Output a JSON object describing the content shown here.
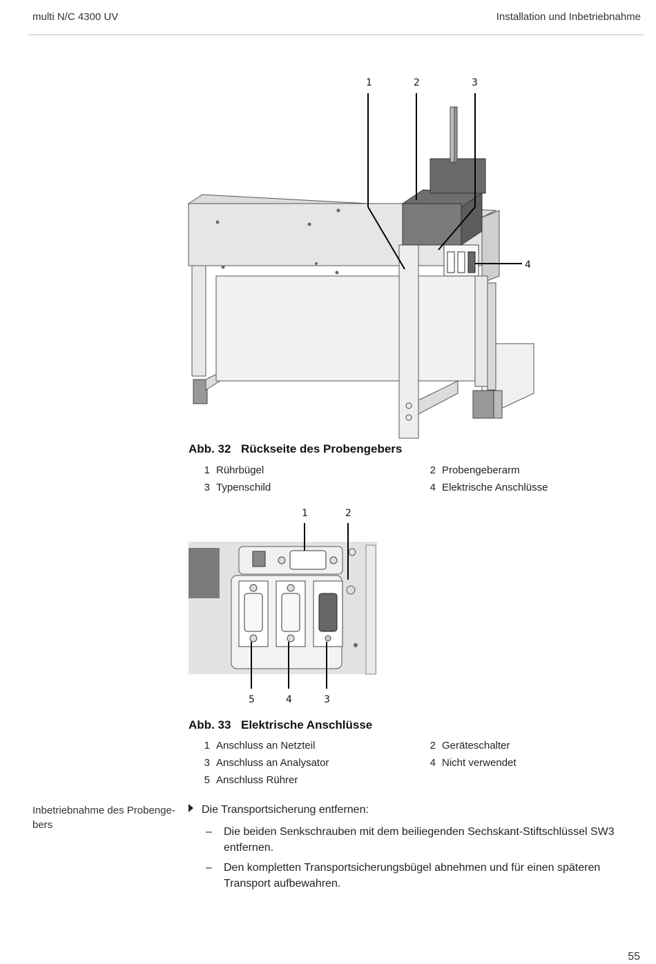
{
  "header": {
    "left": "multi N/C 4300 UV",
    "right": "Installation und Inbetriebnahme"
  },
  "figure1": {
    "callouts": [
      "1",
      "2",
      "3",
      "4"
    ],
    "caption_number": "Abb. 32",
    "caption_title": "Rückseite des Probengebers",
    "legend": [
      {
        "n": "1",
        "label": "Rührbügel"
      },
      {
        "n": "2",
        "label": "Probengeberarm"
      },
      {
        "n": "3",
        "label": "Typenschild"
      },
      {
        "n": "4",
        "label": "Elektrische Anschlüsse"
      }
    ]
  },
  "figure2": {
    "callouts_top": [
      "1",
      "2"
    ],
    "callouts_bottom": [
      "5",
      "4",
      "3"
    ],
    "caption_number": "Abb. 33",
    "caption_title": "Elektrische Anschlüsse",
    "legend": [
      {
        "n": "1",
        "label": "Anschluss an Netzteil"
      },
      {
        "n": "2",
        "label": "Geräteschalter"
      },
      {
        "n": "3",
        "label": "Anschluss an Analysator"
      },
      {
        "n": "4",
        "label": "Nicht verwendet"
      },
      {
        "n": "5",
        "label": "Anschluss Rührer"
      }
    ]
  },
  "section": {
    "side_label": "Inbetriebnahme des Probenge­bers",
    "step": "Die Transportsicherung entfernen:",
    "substeps": [
      "Die beiden Senkschrauben mit dem beiliegenden Sechskant-Stiftschlüssel SW3 entfernen.",
      "Den kompletten Transportsicherungsbügel abnehmen und für einen späteren Transport aufbewahren."
    ],
    "dash": "–"
  },
  "page_number": "55"
}
